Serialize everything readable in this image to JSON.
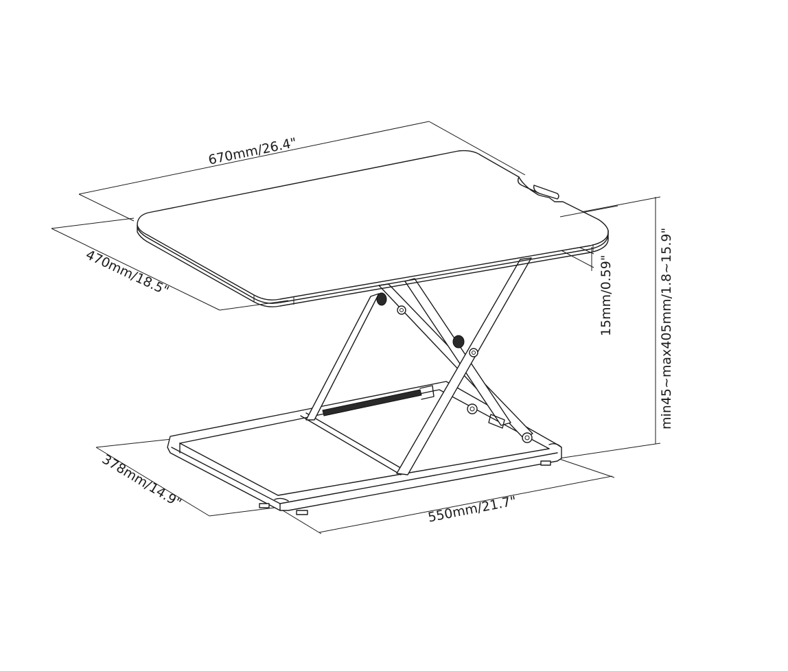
{
  "diagram": {
    "subject": "Sit-stand desk converter (X-lift) technical dimension drawing",
    "line_color": "#1a1a1a",
    "background": "#ffffff",
    "dimensions": {
      "top_width": "670mm/26.4\"",
      "top_depth": "470mm/18.5\"",
      "top_thickness": "15mm/0.59\"",
      "height_range": "min45~max405mm/1.8~15.9\"",
      "base_depth": "378mm/14.9\"",
      "base_width": "550mm/21.7\""
    }
  }
}
